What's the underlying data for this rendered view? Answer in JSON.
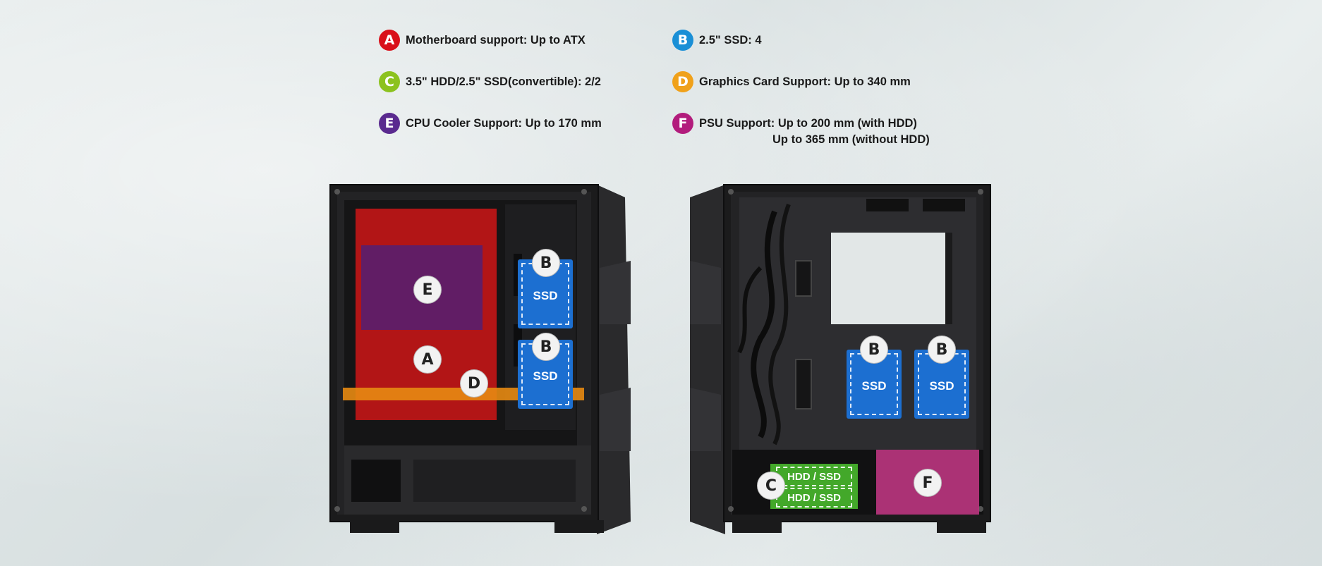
{
  "colors": {
    "A": "#d9101a",
    "B": "#1a8fd6",
    "C": "#8cc21f",
    "D": "#f0a11a",
    "E": "#5a2a8f",
    "F": "#b21c7c",
    "ssd_blue": "#1c6fd1",
    "hdd_green": "#43a82a",
    "psu_magenta": "#b8357e",
    "gpu_orange": "#e78a12",
    "case_black": "#1b1b1c"
  },
  "specs": [
    {
      "letter": "A",
      "text": "Motherboard support: Up to ATX"
    },
    {
      "letter": "B",
      "text": "2.5\" SSD: 4"
    },
    {
      "letter": "C",
      "text": "3.5\" HDD/2.5\" SSD(convertible): 2/2"
    },
    {
      "letter": "D",
      "text": "Graphics Card Support: Up to 340 mm"
    },
    {
      "letter": "E",
      "text": "CPU Cooler Support: Up to 170 mm"
    },
    {
      "letter": "F",
      "text": "PSU Support: Up to 200 mm (with HDD)",
      "text2": "Up to 365 mm (without HDD)"
    }
  ],
  "front_view": {
    "markers": {
      "E": "E",
      "A": "A",
      "D": "D",
      "B1": "B",
      "B2": "B"
    },
    "ssd_labels": [
      "SSD",
      "SSD"
    ]
  },
  "back_view": {
    "markers": {
      "B1": "B",
      "B2": "B",
      "C": "C",
      "F": "F"
    },
    "ssd_labels": [
      "SSD",
      "SSD"
    ],
    "hdd_labels": [
      "HDD / SSD",
      "HDD / SSD"
    ]
  }
}
